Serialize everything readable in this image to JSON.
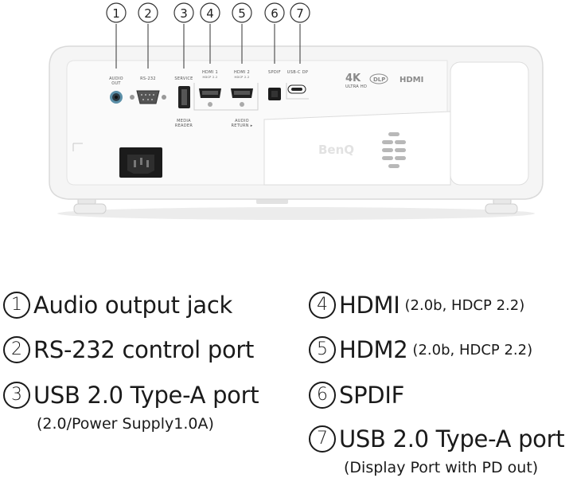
{
  "callouts": [
    "1",
    "2",
    "3",
    "4",
    "5",
    "6",
    "7"
  ],
  "panel_labels": {
    "audio_out": [
      "AUDIO",
      "OUT"
    ],
    "rs232": "RS-232",
    "service": "SERVICE",
    "media_reader": [
      "MEDIA",
      "READER"
    ],
    "hdmi1": [
      "HDMI 1",
      "HDCP 2.2"
    ],
    "hdmi2": [
      "HDMI 2",
      "HDCP 2.2"
    ],
    "audio_return": [
      "AUDIO",
      "RETURN ▸"
    ],
    "spdif": "SPDIF",
    "usbc_dp": "USB-C DP",
    "badge_4k": "4K",
    "badge_4k_sub": "ULTRA HD",
    "badge_dlp": "DLP",
    "badge_hdmi": "HDMI",
    "brand": "BenQ"
  },
  "legend": [
    {
      "num": "1",
      "label": "Audio output jack",
      "inline": "",
      "sub": ""
    },
    {
      "num": "2",
      "label": "RS-232 control port",
      "inline": "",
      "sub": ""
    },
    {
      "num": "3",
      "label": "USB 2.0 Type-A port",
      "inline": "",
      "sub": "(2.0/Power Supply1.0A)"
    },
    {
      "num": "4",
      "label": "HDMI",
      "inline": "(2.0b, HDCP 2.2)",
      "sub": ""
    },
    {
      "num": "5",
      "label": "HDM2",
      "inline": "(2.0b, HDCP 2.2)",
      "sub": ""
    },
    {
      "num": "6",
      "label": "SPDIF",
      "inline": "",
      "sub": ""
    },
    {
      "num": "7",
      "label": "USB 2.0 Type-A port",
      "inline": "",
      "sub": "(Display Port with PD out)"
    }
  ],
  "colors": {
    "body": "#f4f4f4",
    "panel": "#ffffff",
    "shadow": "#d8d8d8",
    "port": "#1e1e1e",
    "line": "#333333"
  }
}
